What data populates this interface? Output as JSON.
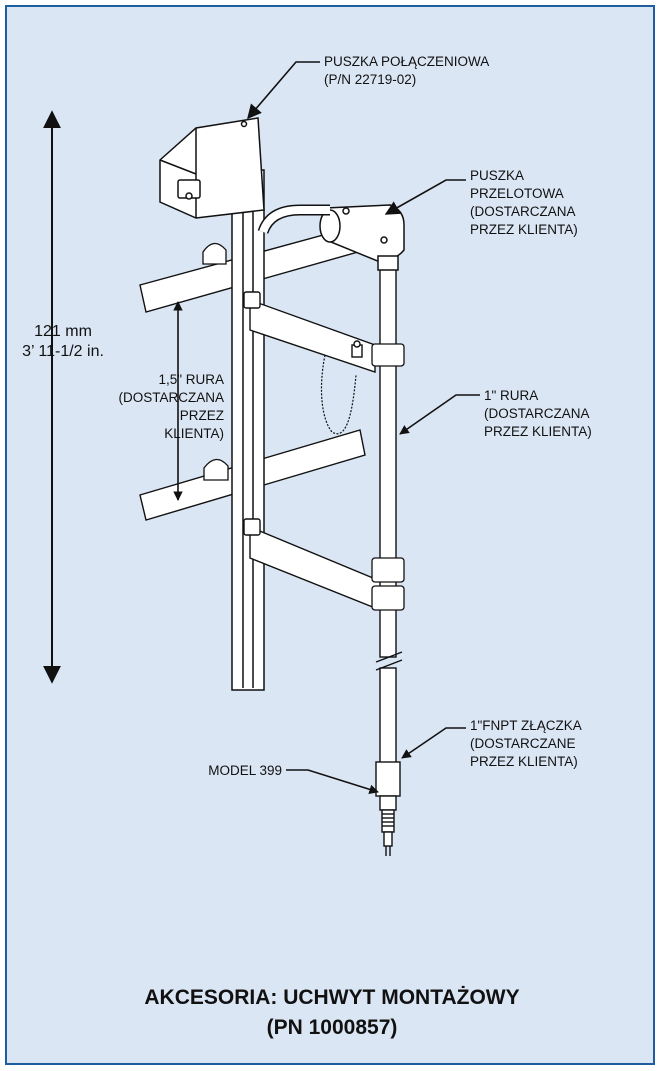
{
  "labels": {
    "junction_box": [
      "PUSZKA POŁĄCZENIOWA",
      "(P/N 22719-02)"
    ],
    "pass_box": [
      "PUSZKA",
      "PRZELOTOWA",
      "(DOSTARCZANA",
      "PRZEZ KLIENTA)"
    ],
    "overall_height": [
      "121 mm",
      "3’ 11-1/2 in."
    ],
    "pipe_15": [
      "1,5\" RURA",
      "(DOSTARCZANA",
      "PRZEZ",
      "KLIENTA)"
    ],
    "pipe_1": [
      "1\" RURA",
      "(DOSTARCZANA",
      "PRZEZ KLIENTA)"
    ],
    "fitting": [
      "1\"FNPT ZŁĄCZKA",
      "(DOSTARCZANE",
      "PRZEZ KLIENTA)"
    ],
    "model": "MODEL 399"
  },
  "caption": [
    "AKCESORIA: UCHWYT MONTAŻOWY",
    "(PN 1000857)"
  ],
  "colors": {
    "border": "#1f5e9e",
    "background": "#dbe6f4",
    "line": "#111111"
  }
}
